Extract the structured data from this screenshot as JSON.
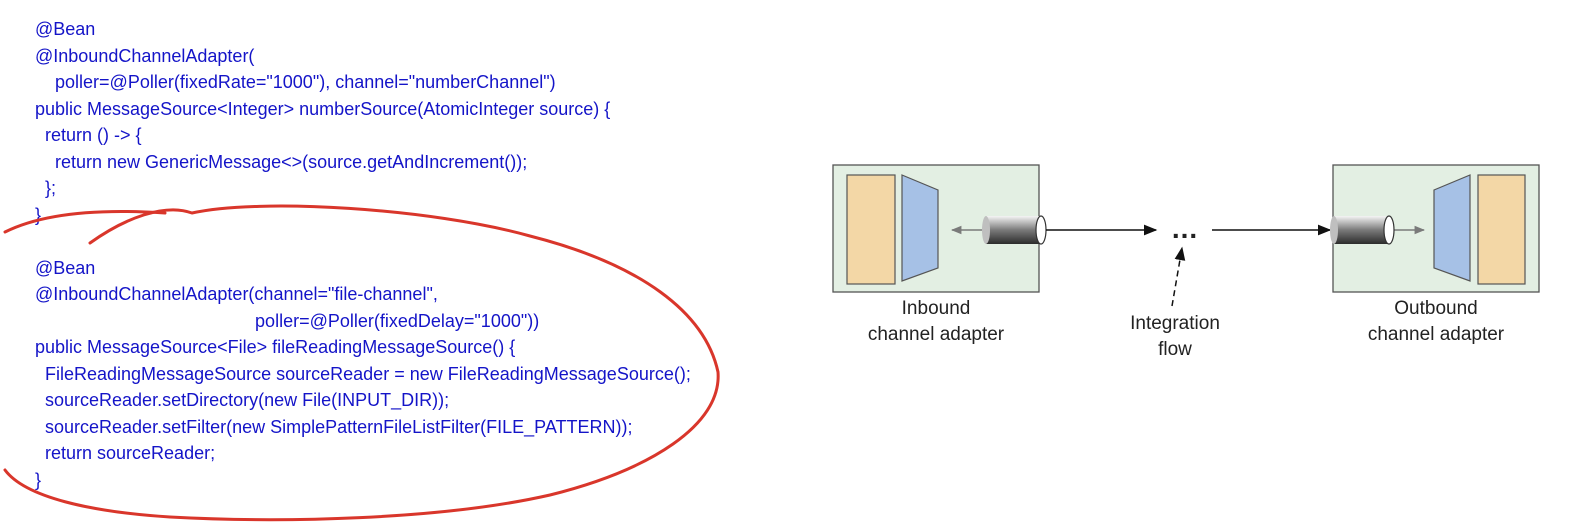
{
  "code": {
    "lines": [
      "@Bean",
      "@InboundChannelAdapter(",
      "    poller=@Poller(fixedRate=\"1000\"), channel=\"numberChannel\")",
      "public MessageSource<Integer> numberSource(AtomicInteger source) {",
      "  return () -> {",
      "    return new GenericMessage<>(source.getAndIncrement());",
      "  };",
      "}",
      "",
      "@Bean",
      "@InboundChannelAdapter(channel=\"file-channel\",",
      "                                            poller=@Poller(fixedDelay=\"1000\"))",
      "public MessageSource<File> fileReadingMessageSource() {",
      "  FileReadingMessageSource sourceReader = new FileReadingMessageSource();",
      "  sourceReader.setDirectory(new File(INPUT_DIR));",
      "  sourceReader.setFilter(new SimplePatternFileListFilter(FILE_PATTERN));",
      "  return sourceReader;",
      "}"
    ],
    "color": "#1414c8"
  },
  "diagram": {
    "inbound": {
      "line1": "Inbound",
      "line2": "channel adapter"
    },
    "integration": {
      "dots": "...",
      "line1": "Integration",
      "line2": "flow"
    },
    "outbound": {
      "line1": "Outbound",
      "line2": "channel adapter"
    },
    "colors": {
      "panel_fill": "#e3efe3",
      "panel_stroke": "#555555",
      "tan_block": "#f3d7a6",
      "blue_block": "#a6c1e6",
      "annotation": "#d9362b"
    }
  }
}
